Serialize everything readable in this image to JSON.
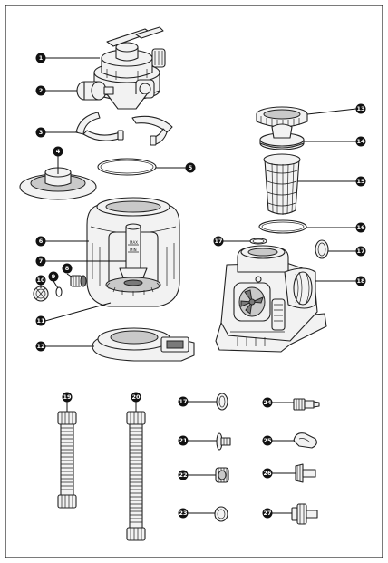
{
  "diagram": {
    "callouts": {
      "c1": "1",
      "c2": "2",
      "c3": "3",
      "c4": "4",
      "c5": "5",
      "c6": "6",
      "c7": "7",
      "c8": "8",
      "c9": "9",
      "c10": "10",
      "c11": "11",
      "c12": "12",
      "c13": "13",
      "c14": "14",
      "c15": "15",
      "c16": "16",
      "c17a": "17",
      "c17b": "17",
      "c17c": "17",
      "c18": "18",
      "c19": "19",
      "c20": "20",
      "c21": "21",
      "c22": "22",
      "c23": "23",
      "c24": "24",
      "c25": "25",
      "c26": "26",
      "c27": "27"
    },
    "tank_marks": {
      "max": "MAX",
      "min": "MIN"
    }
  }
}
